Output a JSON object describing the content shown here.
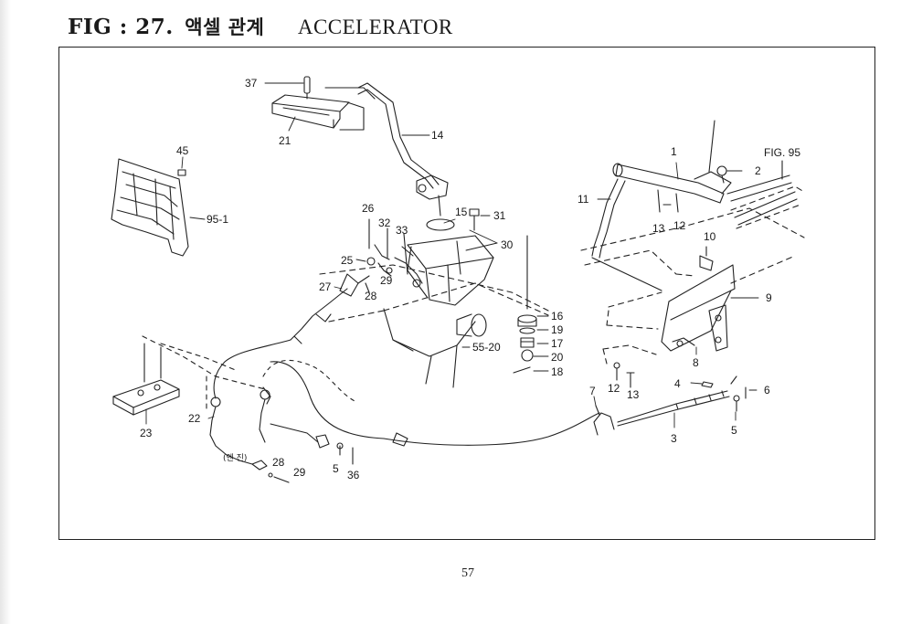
{
  "header": {
    "fig_label": "FIG : 27.",
    "title_korean": "액셀 관계",
    "title_english": "ACCELERATOR"
  },
  "page_number": "57",
  "callouts": {
    "c37": "37",
    "c21": "21",
    "c14": "14",
    "c45": "45",
    "c95_1": "95-1",
    "c26": "26",
    "c32": "32",
    "c33": "33",
    "c15": "15",
    "c31": "31",
    "c30": "30",
    "c25": "25",
    "c29a": "29",
    "c27": "27",
    "c28a": "28",
    "c16": "16",
    "c19": "19",
    "c17": "17",
    "c20a": "20",
    "c18": "18",
    "c55_20": "55-20",
    "c1": "1",
    "c2": "2",
    "fig95": "FIG. 95",
    "c11": "11",
    "c13a": "13",
    "c12a": "12",
    "c10": "10",
    "c9": "9",
    "c8": "8",
    "c4": "4",
    "c6": "6",
    "c5a": "5",
    "c12b": "12",
    "c13b": "13",
    "c7": "7",
    "c3": "3",
    "c23": "23",
    "c22": "22",
    "engine": "(엔 진)",
    "c28b": "28",
    "c29b": "29",
    "c5b": "5",
    "c36": "36"
  }
}
